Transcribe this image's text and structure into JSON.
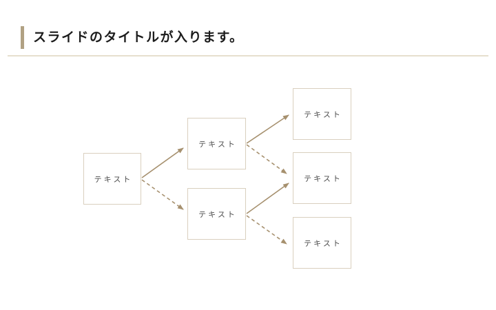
{
  "slide": {
    "title": "スライドのタイトルが入ります。"
  },
  "diagram": {
    "nodes": [
      {
        "id": "start",
        "label": "テキスト"
      },
      {
        "id": "branch-top",
        "label": "テキスト"
      },
      {
        "id": "branch-bottom",
        "label": "テキスト"
      },
      {
        "id": "leaf-top",
        "label": "テキスト"
      },
      {
        "id": "leaf-middle",
        "label": "テキスト"
      },
      {
        "id": "leaf-bottom",
        "label": "テキスト"
      }
    ],
    "edges": [
      {
        "from": "start",
        "to": "branch-top",
        "style": "solid"
      },
      {
        "from": "start",
        "to": "branch-bottom",
        "style": "dashed"
      },
      {
        "from": "branch-top",
        "to": "leaf-top",
        "style": "solid"
      },
      {
        "from": "branch-top",
        "to": "leaf-middle",
        "style": "dashed"
      },
      {
        "from": "branch-bottom",
        "to": "leaf-middle",
        "style": "solid"
      },
      {
        "from": "branch-bottom",
        "to": "leaf-bottom",
        "style": "dashed"
      }
    ],
    "colors": {
      "arrow": "#a6906e",
      "box_border": "#d9cfbe",
      "box_text": "#4d4d4d",
      "accent_bar": "#b1a183",
      "divider": "#e6dfcd",
      "title_text": "#1c1c1c"
    }
  }
}
